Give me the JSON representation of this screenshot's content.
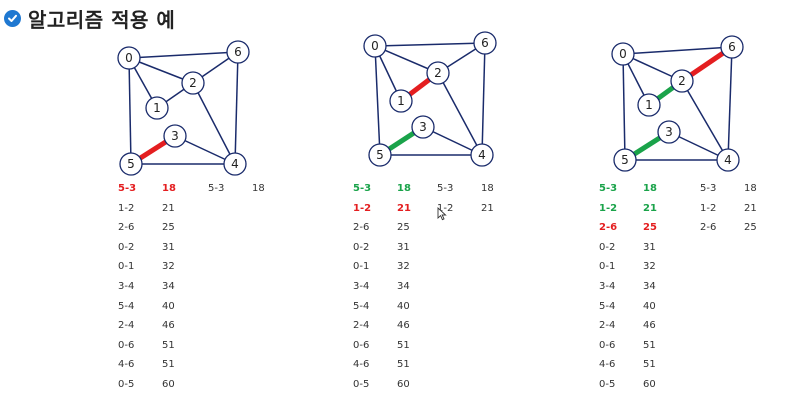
{
  "title": "알고리즘 적용 예",
  "colors": {
    "red": "#e41e20",
    "green": "#1aa34a",
    "edge": "#1a2b6b",
    "title_icon": "#1f78d1"
  },
  "graphs": [
    {
      "nodes": [
        "0",
        "1",
        "2",
        "3",
        "4",
        "5",
        "6"
      ],
      "highlighted_edges": [
        {
          "edge": "5-3",
          "color": "red"
        }
      ]
    },
    {
      "nodes": [
        "0",
        "1",
        "2",
        "3",
        "4",
        "5",
        "6"
      ],
      "highlighted_edges": [
        {
          "edge": "5-3",
          "color": "green"
        },
        {
          "edge": "1-2",
          "color": "red"
        }
      ]
    },
    {
      "nodes": [
        "0",
        "1",
        "2",
        "3",
        "4",
        "5",
        "6"
      ],
      "highlighted_edges": [
        {
          "edge": "5-3",
          "color": "green"
        },
        {
          "edge": "1-2",
          "color": "green"
        },
        {
          "edge": "2-6",
          "color": "red"
        }
      ]
    }
  ],
  "edge_list": [
    {
      "edge": "5-3",
      "weight": "18"
    },
    {
      "edge": "1-2",
      "weight": "21"
    },
    {
      "edge": "2-6",
      "weight": "25"
    },
    {
      "edge": "0-2",
      "weight": "31"
    },
    {
      "edge": "0-1",
      "weight": "32"
    },
    {
      "edge": "3-4",
      "weight": "34"
    },
    {
      "edge": "5-4",
      "weight": "40"
    },
    {
      "edge": "2-4",
      "weight": "46"
    },
    {
      "edge": "0-6",
      "weight": "51"
    },
    {
      "edge": "4-6",
      "weight": "51"
    },
    {
      "edge": "0-5",
      "weight": "60"
    }
  ],
  "panels": [
    {
      "row_styles": [
        "red",
        "normal",
        "normal",
        "normal",
        "normal",
        "normal",
        "normal",
        "normal",
        "normal",
        "normal",
        "normal"
      ],
      "selected": [
        {
          "edge": "5-3",
          "weight": "18"
        }
      ]
    },
    {
      "row_styles": [
        "green",
        "red",
        "normal",
        "normal",
        "normal",
        "normal",
        "normal",
        "normal",
        "normal",
        "normal",
        "normal"
      ],
      "selected": [
        {
          "edge": "5-3",
          "weight": "18"
        },
        {
          "edge": "1-2",
          "weight": "21"
        }
      ]
    },
    {
      "row_styles": [
        "green",
        "green",
        "red",
        "normal",
        "normal",
        "normal",
        "normal",
        "normal",
        "normal",
        "normal",
        "normal"
      ],
      "selected": [
        {
          "edge": "5-3",
          "weight": "18"
        },
        {
          "edge": "1-2",
          "weight": "21"
        },
        {
          "edge": "2-6",
          "weight": "25"
        }
      ]
    }
  ]
}
